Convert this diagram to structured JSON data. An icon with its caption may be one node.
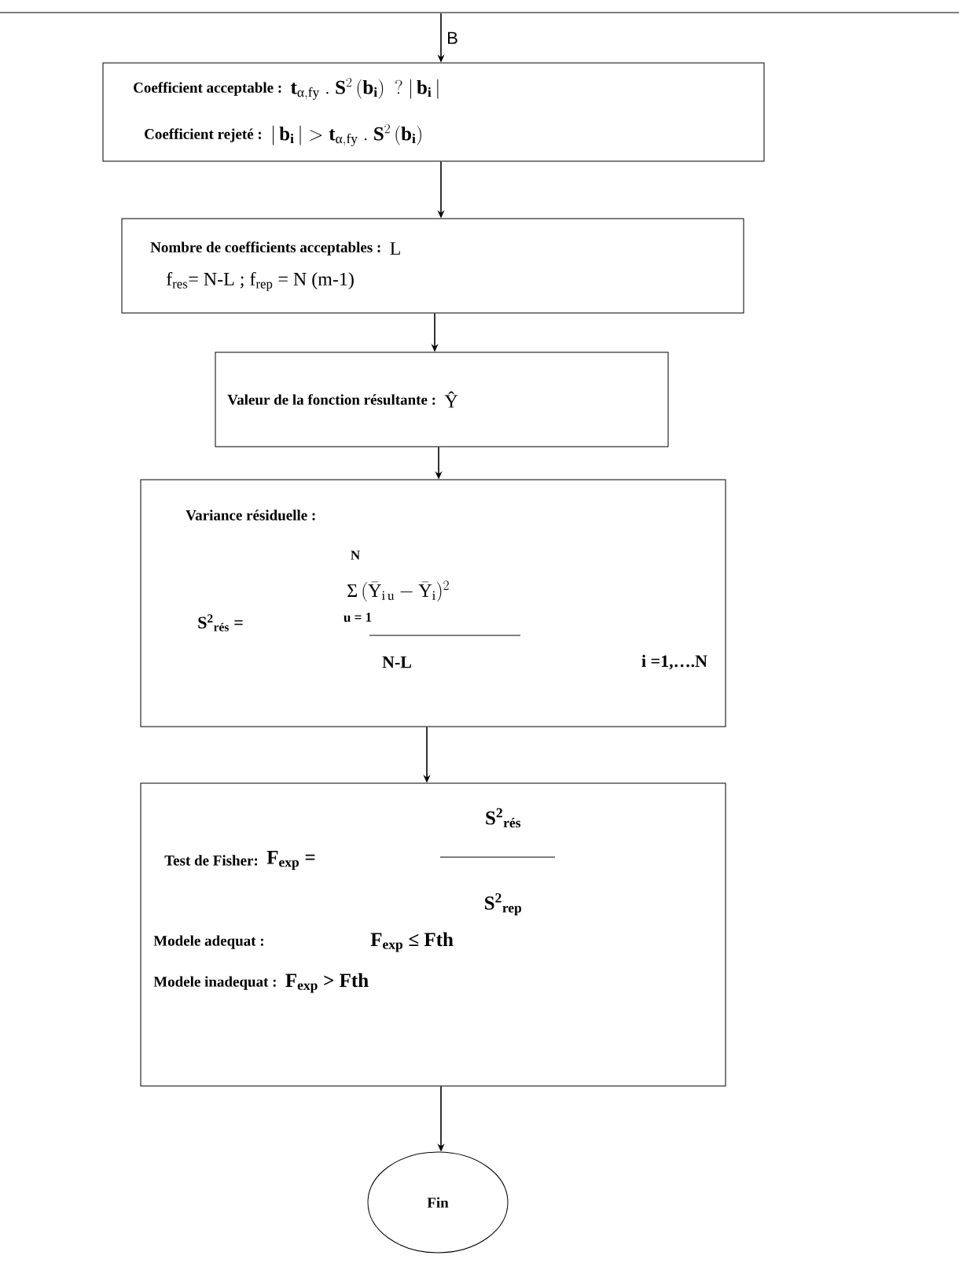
{
  "diagram": {
    "nodes": [
      {
        "text": [
          "Coefficient acceptable :",
          "\\mathbf{t}_{\\mathrm{α ,fy}}\\ .\\ \\mathbf{S}^{2}\\,(\\mathbf{b}_{\\mathbf{i}})\\ \\ ?\\ |\\,\\mathbf{b}_{\\mathbf{i}}\\,|",
          "Coefficient rejeté :",
          "|\\,\\mathbf{b}_{\\mathbf{i}}\\,| > \\mathbf{t}_{\\mathrm{α ,fy}}\\ .\\ \\mathbf{S}^{2}\\,(\\mathbf{b}_{\\mathbf{i}})"
        ]
      },
      {
        "text": [
          "Nombre de coefficients acceptables :",
          "L",
          "f$_{res}$= N-L ; f$_{rep}$ = N (m-1)"
        ]
      },
      {
        "text": [
          "Valeur de la fonction résultante :",
          "Ŷ"
        ]
      },
      {
        "text": [
          "Variance résiduelle :",
          "S$^{2}$$_{rés}$ =",
          "N",
          "\\mathrm{Σ}\\,(\\bar{\\mathrm{Y}}_{\\mathrm{i\\,u}} - \\bar{\\mathrm{Y}}_{\\mathrm{i}})^{2}",
          "u = 1",
          "N-L",
          "i =1,….N"
        ]
      },
      {
        "text": [
          "Test de Fisher:",
          "F$_{exp}$ =",
          "S$^{2}$$_{rés}$",
          "S$^{2}$$_{rep}$",
          "Modele adequat :",
          "F$_{exp}$ ≤ Fth",
          "Modele inadequat :",
          "F$_{exp}$ > Fth"
        ]
      },
      {
        "text": [
          "Fin"
        ]
      }
    ],
    "edges": [
      {
        "from": null,
        "to": 0,
        "arrow": "to",
        "label": "B"
      },
      {
        "from": 0,
        "to": 1,
        "arrow": "to"
      },
      {
        "from": 1,
        "to": 2,
        "arrow": "to"
      },
      {
        "from": 2,
        "to": 3,
        "arrow": "to"
      },
      {
        "from": 3,
        "to": 4,
        "arrow": "to"
      },
      {
        "from": 4,
        "to": 5,
        "arrow": "to"
      }
    ]
  }
}
